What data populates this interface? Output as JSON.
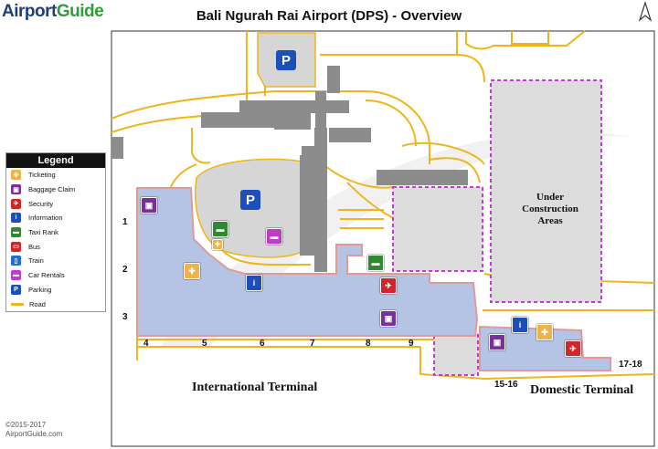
{
  "brand": {
    "part1": "Airport",
    "part2": "Guide"
  },
  "title": "Bali Ngurah Rai Airport (DPS) - Overview",
  "colors": {
    "terminal": "#b5c4e4",
    "terminal_outline": "#e39a95",
    "building": "#8c8c8c",
    "apron": "#d6d6d6",
    "road": "#f0b51a",
    "construction_outline": "#c23bd6",
    "ticketing": "#f0b34a",
    "baggage_claim": "#7a2f9a",
    "security": "#d0262a",
    "information": "#1d4fb8",
    "taxi": "#2f8a2f",
    "bus": "#d0262a",
    "train": "#1d6fd6",
    "car_rentals": "#c03bc9",
    "parking": "#1d4fb8"
  },
  "legend": {
    "title": "Legend",
    "items": [
      {
        "label": "Ticketing",
        "icon": "ticket-icon"
      },
      {
        "label": "Baggage Claim",
        "icon": "suitcase-icon"
      },
      {
        "label": "Security",
        "icon": "security-icon"
      },
      {
        "label": "Information",
        "icon": "info-icon"
      },
      {
        "label": "Taxi Rank",
        "icon": "taxi-icon"
      },
      {
        "label": "Bus",
        "icon": "bus-icon"
      },
      {
        "label": "Train",
        "icon": "train-icon"
      },
      {
        "label": "Car Rentals",
        "icon": "car-icon"
      },
      {
        "label": "Parking",
        "icon": "parking-icon"
      },
      {
        "label": "Road",
        "icon": "road-line"
      }
    ],
    "glyphs": {
      "info": "i",
      "parking": "P"
    }
  },
  "gates": [
    "1",
    "2",
    "3",
    "4",
    "5",
    "6",
    "7",
    "8",
    "9",
    "15-16",
    "17-18"
  ],
  "terminals": {
    "international": "International Terminal",
    "domestic": "Domestic Terminal"
  },
  "construction": {
    "line1": "Under",
    "line2": "Construction",
    "line3": "Areas"
  },
  "copyright": {
    "line1": "©2015-2017",
    "line2": "AirportGuide.com"
  }
}
